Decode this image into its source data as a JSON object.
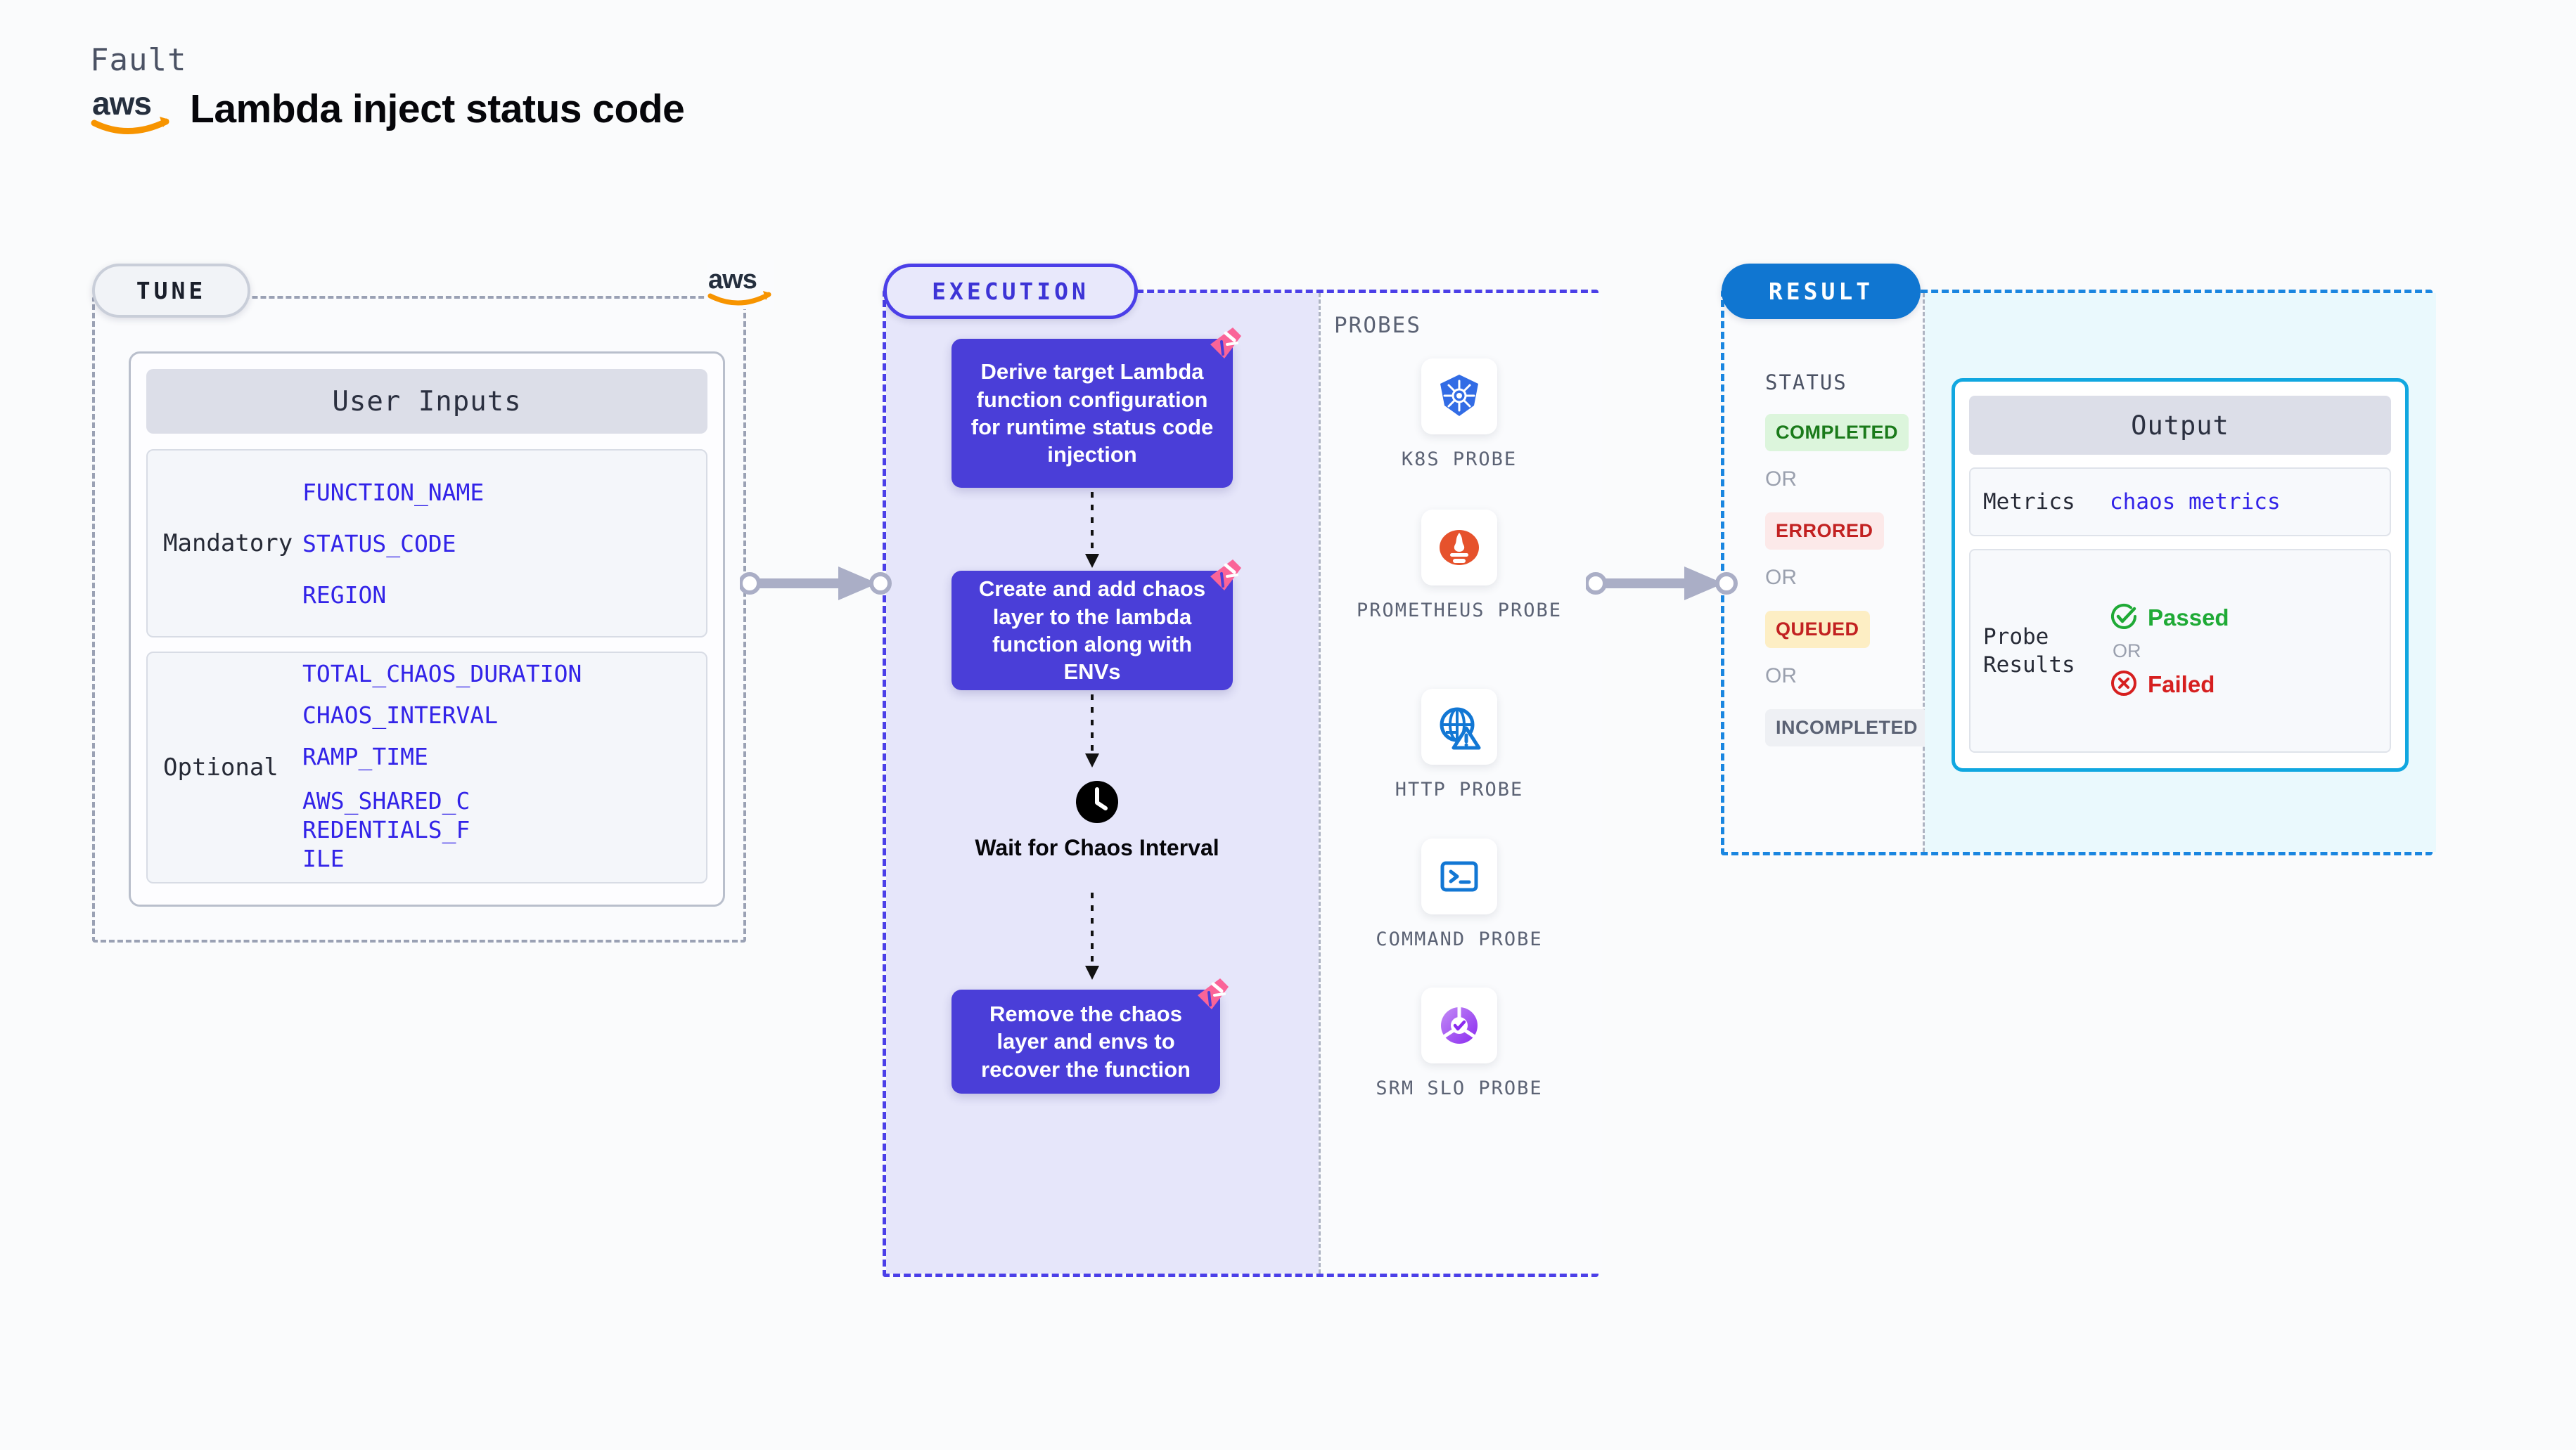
{
  "header": {
    "kicker": "Fault",
    "title": "Lambda inject status code",
    "logo_icon": "aws-logo-icon",
    "logo_text": "aws"
  },
  "tune": {
    "badge": "TUNE",
    "aws_icon": "aws-logo-icon",
    "card_title": "User Inputs",
    "groups": [
      {
        "label": "Mandatory",
        "params": [
          "FUNCTION_NAME",
          "STATUS_CODE",
          "REGION"
        ]
      },
      {
        "label": "Optional",
        "params": [
          "TOTAL_CHAOS_DURATION",
          "CHAOS_INTERVAL",
          "RAMP_TIME",
          "AWS_SHARED_CREDENTIALS_FILE"
        ]
      }
    ]
  },
  "execution": {
    "badge": "EXECUTION",
    "steps": [
      "Derive target Lambda function configuration for runtime status code injection",
      "Create and add chaos layer to the lambda function along with ENVs",
      "Remove the chaos layer and envs to recover the function"
    ],
    "wait_node": {
      "icon": "clock-icon",
      "label": "Wait for Chaos Interval"
    },
    "ribbon_icon": "litmus-ribbon-icon"
  },
  "probes": {
    "title": "PROBES",
    "items": [
      {
        "label": "K8S PROBE",
        "icon": "kubernetes-icon"
      },
      {
        "label": "PROMETHEUS PROBE",
        "icon": "prometheus-icon"
      },
      {
        "label": "HTTP PROBE",
        "icon": "http-globe-warning-icon"
      },
      {
        "label": "COMMAND PROBE",
        "icon": "terminal-icon"
      },
      {
        "label": "SRM SLO PROBE",
        "icon": "srm-slo-icon"
      }
    ]
  },
  "result": {
    "badge": "RESULT",
    "status_title": "STATUS",
    "or_label": "OR",
    "statuses": [
      {
        "label": "COMPLETED",
        "bg": "#dcf5dc",
        "color": "#1a7a1a"
      },
      {
        "label": "ERRORED",
        "bg": "#fce9e9",
        "color": "#c22121"
      },
      {
        "label": "QUEUED",
        "bg": "#fdeec4",
        "color": "#c22121"
      },
      {
        "label": "INCOMPLETED",
        "bg": "#eef0f4",
        "color": "#5b6274"
      }
    ],
    "output": {
      "title": "Output",
      "metrics_key": "Metrics",
      "metrics_value": "chaos metrics",
      "probe_results_key": "Probe Results",
      "passed_label": "Passed",
      "passed_icon": "check-circle-icon",
      "failed_label": "Failed",
      "failed_icon": "x-circle-icon",
      "or_label": "OR"
    }
  },
  "colors": {
    "indigo": "#4a3ed8",
    "aws_orange": "#f79400",
    "result_blue": "#1076d1",
    "output_cyan": "#11a7e0",
    "param_blue": "#3223e8",
    "ribbon_pink": "#fa6498"
  },
  "connectors": [
    {
      "name": "tune-to-execution-arrow"
    },
    {
      "name": "execution-to-result-arrow"
    }
  ]
}
